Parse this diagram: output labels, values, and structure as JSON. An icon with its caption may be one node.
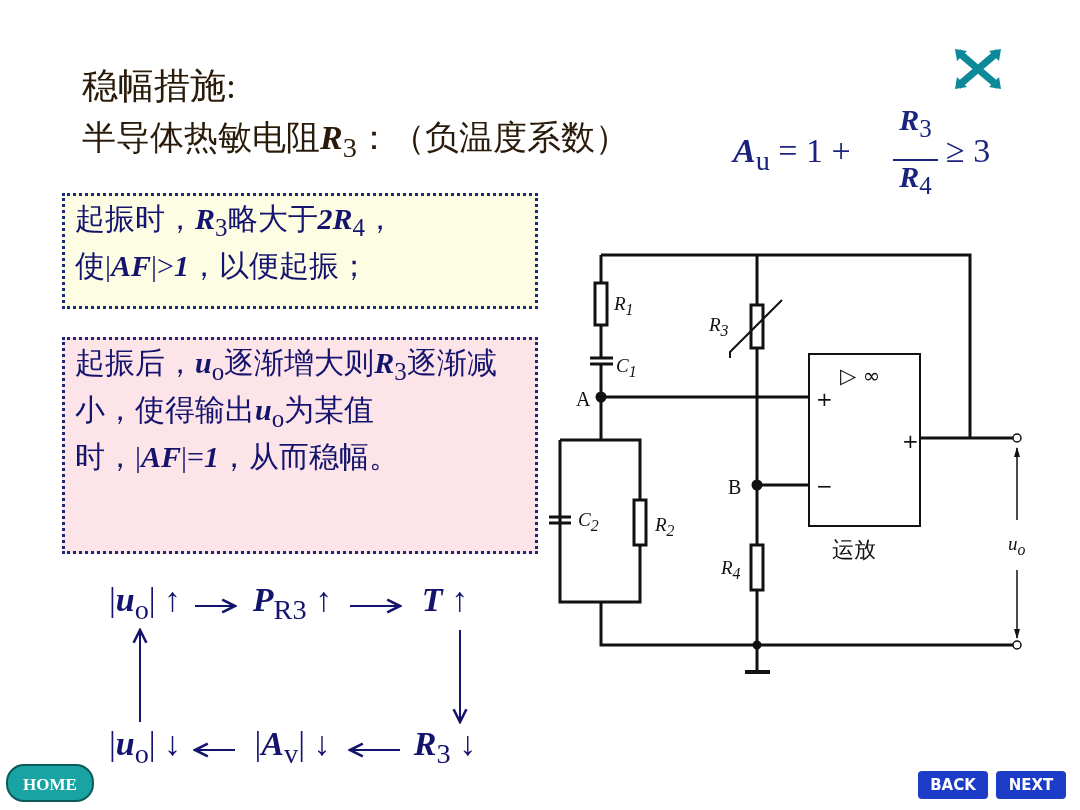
{
  "diagram": {
    "nodes": [
      {
        "text": [
          "起振时，**R**$_{3}$略大于**2R**$_{4}$，使|**AF**|>**1**，以便起振；"
        ]
      },
      {
        "text": [
          "起振后，**u**$_{o}$逐渐增大则**R**$_{3}$逐渐减小，使得输出**u**$_{o}$为某值时，|**AF**|=**1**，从而稳幅。"
        ]
      },
      {
        "text": [
          "▷ ∞",
          "+",
          "−",
          "+"
        ],
        "beside": [
          "运放"
        ]
      },
      {
        "text": [
          "|**u**$_{o}$| ↑"
        ]
      },
      {
        "text": [
          "**P**$_{R3}$ ↑"
        ]
      },
      {
        "text": [
          "**T** ↑"
        ]
      },
      {
        "text": [
          "**R**$_{3}$ ↓"
        ]
      },
      {
        "text": [
          "|**A**$_{v}$| ↓"
        ]
      },
      {
        "text": [
          "|**u**$_{o}$| ↓"
        ]
      }
    ],
    "edges": [
      {
        "from": 3,
        "to": 4,
        "arrow": "to"
      },
      {
        "from": 4,
        "to": 5,
        "arrow": "to"
      },
      {
        "from": 5,
        "to": 6,
        "arrow": "to"
      },
      {
        "from": 6,
        "to": 7,
        "arrow": "to"
      },
      {
        "from": 7,
        "to": 8,
        "arrow": "to"
      },
      {
        "from": 8,
        "to": 3,
        "arrow": "to"
      }
    ],
    "labels": [
      "稳幅措施:",
      "半导体热敏电阻**R**$_{3}$：（负温度系数）",
      "**A**$_{u}$ = 1 +",
      "**R**$_{3}$",
      "**R**$_{4}$",
      "≥ 3",
      "R$_{1}$",
      "R$_{3}$",
      "C$_{1}$",
      "A",
      "B",
      "C$_{2}$",
      "R$_{2}$",
      "R$_{4}$",
      "u$_{o}$",
      "HOME",
      "BACK",
      "NEXT"
    ]
  }
}
